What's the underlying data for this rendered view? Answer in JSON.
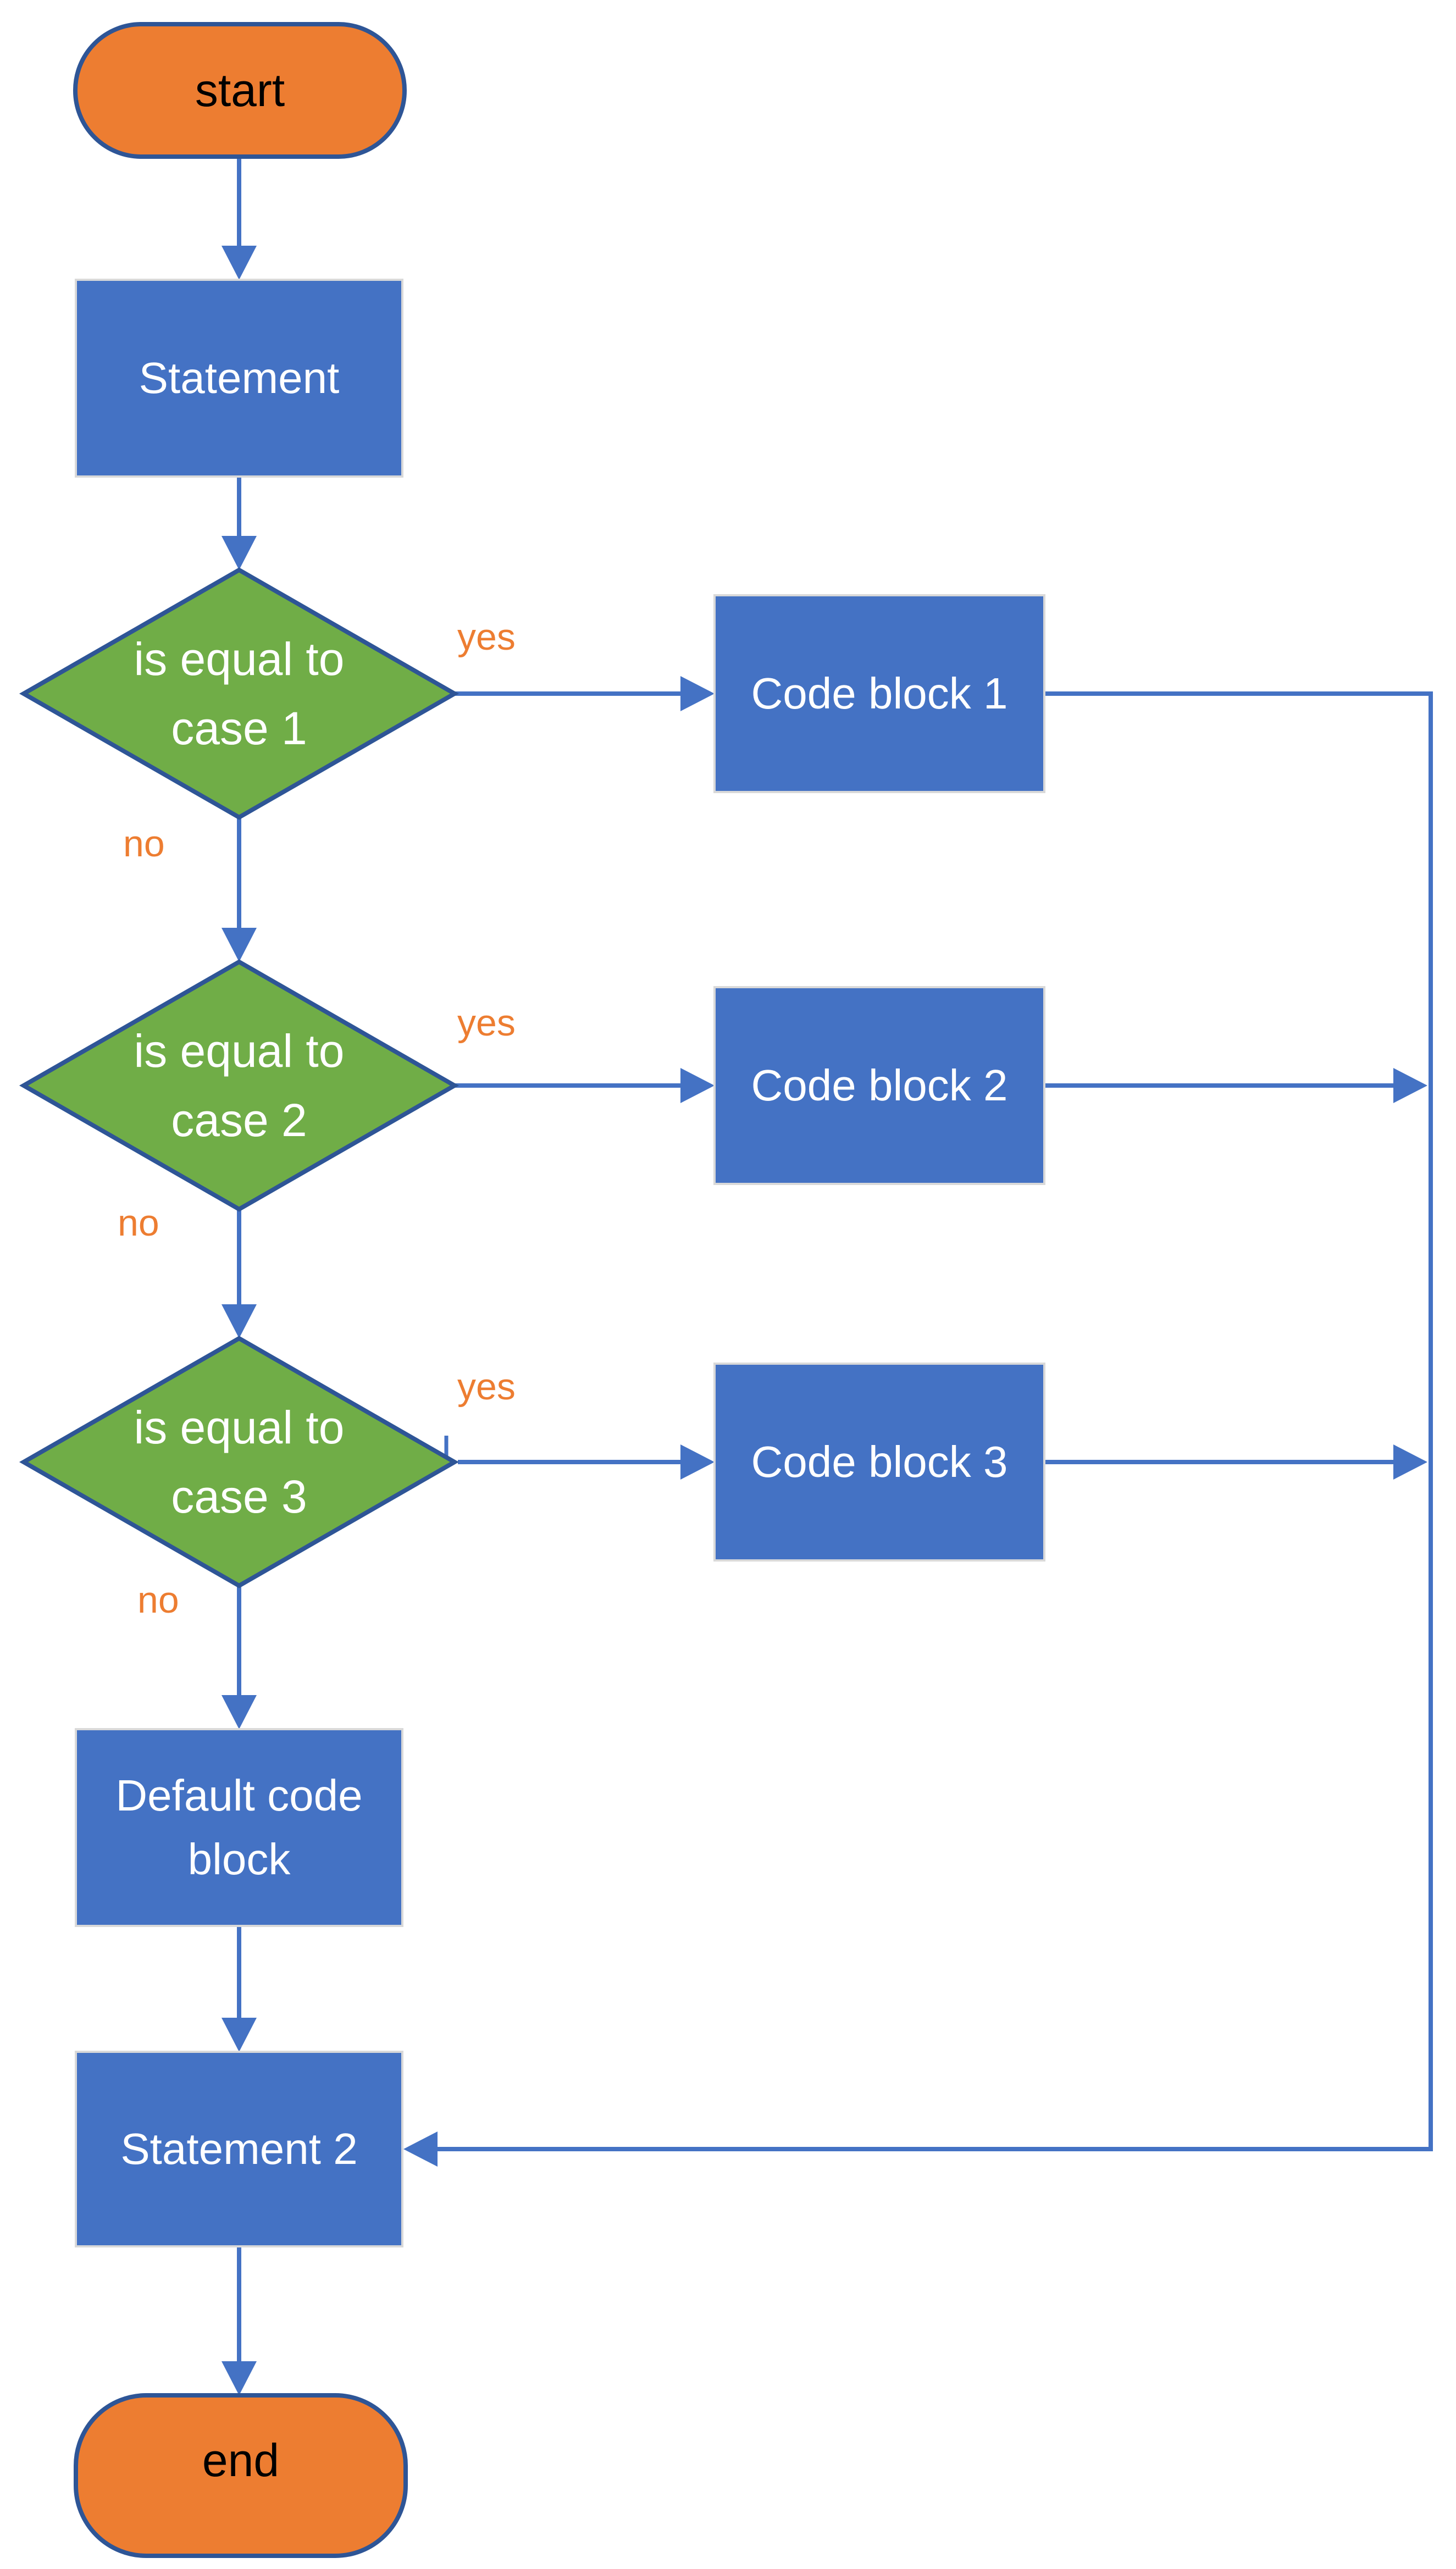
{
  "diagram_type": "flowchart",
  "colors": {
    "process_fill": "#4472C4",
    "process_border": "#D9D9D9",
    "process_text": "#FFFFFF",
    "decision_fill": "#70AD47",
    "decision_border": "#2E5596",
    "decision_text": "#FFFFFF",
    "terminator_fill": "#ED7D31",
    "terminator_border": "#2E5596",
    "terminator_text": "#000000",
    "connector": "#4472C4",
    "edge_label": "#ED7D31"
  },
  "nodes": [
    {
      "id": "start",
      "type": "terminator",
      "label": "start"
    },
    {
      "id": "statement",
      "type": "process",
      "label": "Statement"
    },
    {
      "id": "case1",
      "type": "decision",
      "label": "is equal to case 1",
      "line1": "is equal to",
      "line2": "case 1",
      "yes_label": "yes",
      "no_label": "no"
    },
    {
      "id": "code1",
      "type": "process",
      "label": "Code block 1"
    },
    {
      "id": "case2",
      "type": "decision",
      "label": "is equal to case 2",
      "line1": "is equal to",
      "line2": "case 2",
      "yes_label": "yes",
      "no_label": "no"
    },
    {
      "id": "code2",
      "type": "process",
      "label": "Code block 2"
    },
    {
      "id": "case3",
      "type": "decision",
      "label": "is equal to case 3",
      "line1": "is equal to",
      "line2": "case 3",
      "yes_label": "yes",
      "no_label": "no"
    },
    {
      "id": "code3",
      "type": "process",
      "label": "Code block 3"
    },
    {
      "id": "default",
      "type": "process",
      "label": "Default code block",
      "line1": "Default code",
      "line2": "block"
    },
    {
      "id": "statement2",
      "type": "process",
      "label": "Statement 2"
    },
    {
      "id": "end",
      "type": "terminator",
      "label": "end"
    }
  ],
  "edges": [
    {
      "from": "start",
      "to": "statement",
      "label": ""
    },
    {
      "from": "statement",
      "to": "case1",
      "label": ""
    },
    {
      "from": "case1",
      "to": "code1",
      "label": "yes"
    },
    {
      "from": "case1",
      "to": "case2",
      "label": "no"
    },
    {
      "from": "case2",
      "to": "code2",
      "label": "yes"
    },
    {
      "from": "case2",
      "to": "case3",
      "label": "no"
    },
    {
      "from": "case3",
      "to": "code3",
      "label": "yes"
    },
    {
      "from": "case3",
      "to": "default",
      "label": "no"
    },
    {
      "from": "default",
      "to": "statement2",
      "label": ""
    },
    {
      "from": "code1",
      "to": "statement2",
      "label": ""
    },
    {
      "from": "code2",
      "to": "statement2",
      "label": ""
    },
    {
      "from": "code3",
      "to": "statement2",
      "label": ""
    },
    {
      "from": "statement2",
      "to": "end",
      "label": ""
    }
  ]
}
